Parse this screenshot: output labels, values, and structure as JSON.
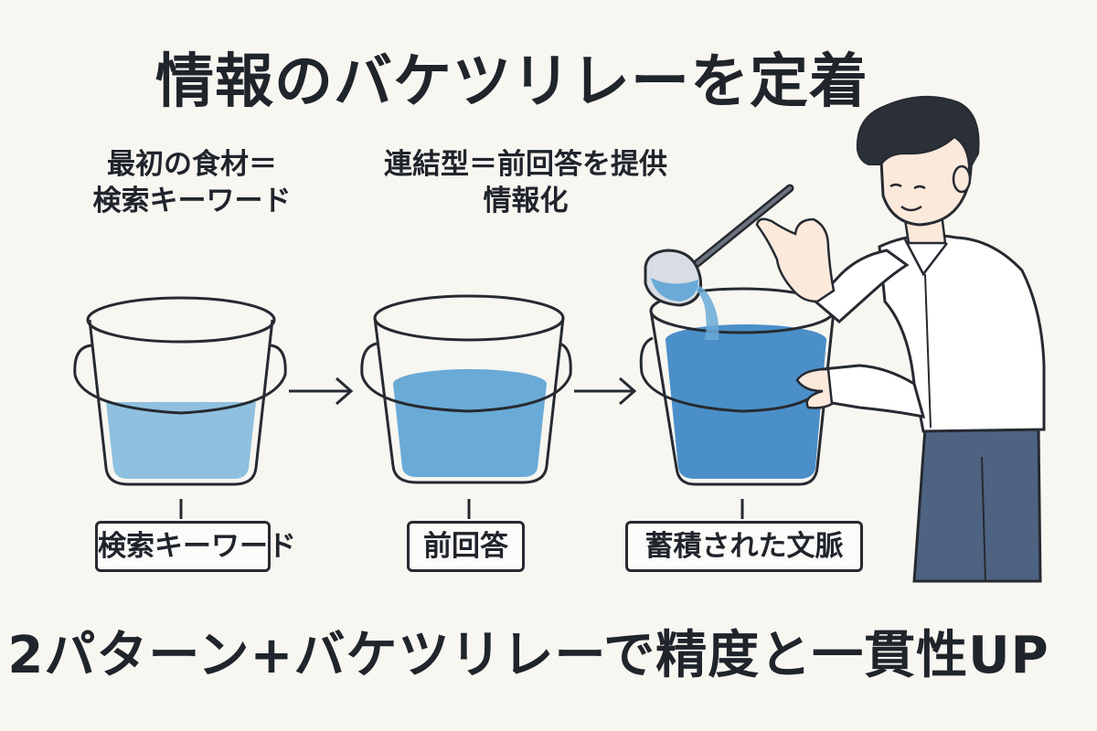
{
  "title": "情報のバケツリレーを定着",
  "notes": [
    {
      "lines": [
        "最初の食材＝",
        "検索キーワード"
      ]
    },
    {
      "lines": [
        "連結型＝前回答を提供",
        "情報化"
      ]
    }
  ],
  "buckets": [
    {
      "label": "検索キーワード",
      "fill_level": 0.45,
      "water_color": "#8fc0df"
    },
    {
      "label": "前回答",
      "fill_level": 0.62,
      "water_color": "#6aaad7"
    },
    {
      "label": "蓄積された文脈",
      "fill_level": 0.9,
      "water_color": "#4b8fc9"
    }
  ],
  "bottom_text": "2パターン+バケツリレーで精度と一貫性UP",
  "colors": {
    "background": "#f7f6f1",
    "outline": "#262a31",
    "shirt": "#ffffff",
    "pants": "#4e6382",
    "hair": "#2b2f38",
    "skin": "#fbe9dc"
  }
}
